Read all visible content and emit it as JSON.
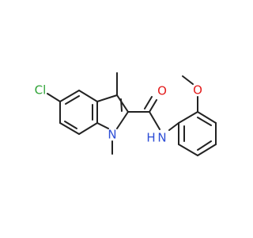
{
  "diagram": {
    "type": "skeletal-structure",
    "colors": {
      "background": "#ffffff",
      "bond": "#222222",
      "carbon": "#222222",
      "chlorine": "#2ea336",
      "nitrogen": "#2c4dd6",
      "oxygen": "#e31b1b"
    },
    "atom_labels": [
      {
        "key": "cl",
        "text": "Cl",
        "element": "chlorine"
      },
      {
        "key": "n1",
        "text": "N",
        "element": "nitrogen"
      },
      {
        "key": "nh_n",
        "text": "N",
        "element": "nitrogen"
      },
      {
        "key": "nh_h",
        "text": "H",
        "element": "nitrogen"
      },
      {
        "key": "o_carbonyl",
        "text": "O",
        "element": "oxygen"
      },
      {
        "key": "o_methoxy",
        "text": "O",
        "element": "oxygen"
      }
    ]
  }
}
